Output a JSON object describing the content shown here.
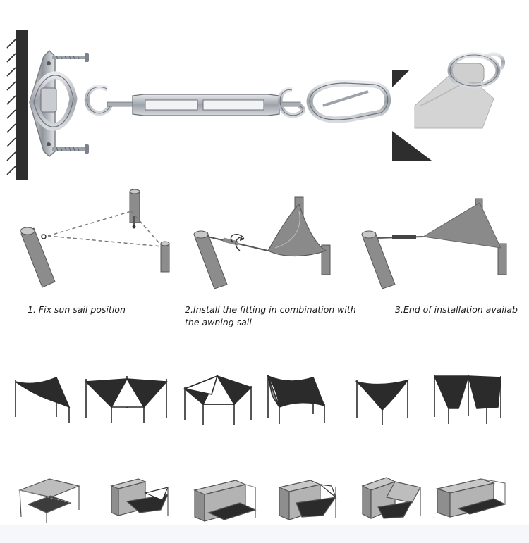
{
  "steps": [
    {
      "label_line1": "1. Fix sun sail position",
      "label_line2": ""
    },
    {
      "label_line1": "2.Install the fitting in combination with",
      "label_line2": "the awning sail"
    },
    {
      "label_line1": "3.End of installation availab",
      "label_line2": ""
    }
  ],
  "hardware": {
    "items": [
      "pad-eye-plate",
      "screw",
      "screw",
      "turnbuckle",
      "snap-hook",
      "sail-corner-ring"
    ]
  },
  "shapes_row": {
    "count": 6
  },
  "box_row": {
    "count": 6
  },
  "colors": {
    "metal": "#b8bcc2",
    "metal_dark": "#6d7178",
    "sail": "#2b2b2b",
    "sail_gray": "#8a8a8a",
    "wall": "#333333"
  }
}
